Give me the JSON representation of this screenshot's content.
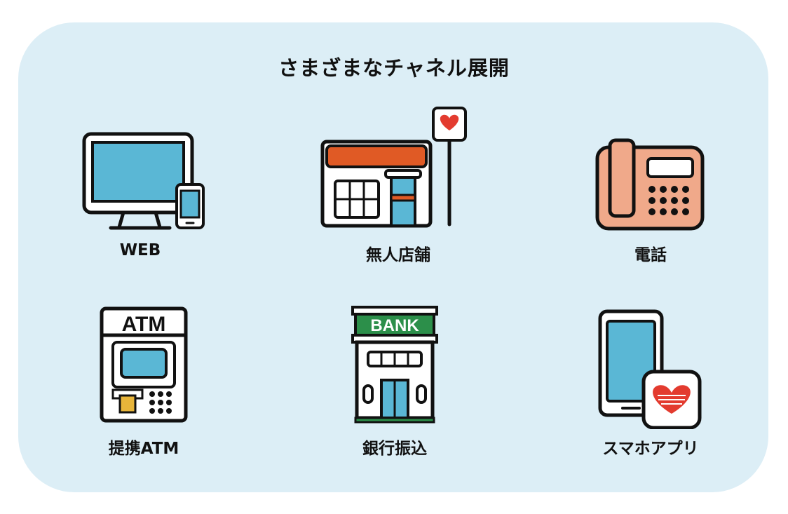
{
  "title": "さまざまなチャネル展開",
  "channels": [
    {
      "label": "WEB",
      "icon": "computer-smartphone-icon"
    },
    {
      "label": "無人店舗",
      "icon": "unmanned-store-icon"
    },
    {
      "label": "電話",
      "icon": "telephone-icon"
    },
    {
      "label": "提携ATM",
      "icon": "atm-icon"
    },
    {
      "label": "銀行振込",
      "icon": "bank-building-icon"
    },
    {
      "label": "スマホアプリ",
      "icon": "smartphone-app-icon"
    }
  ],
  "signs": {
    "atm": "ATM",
    "bank": "BANK"
  },
  "colors": {
    "panel": "#dceef6",
    "screen": "#5ab7d5",
    "outline": "#111111",
    "store_awning": "#e05a25",
    "phone_body": "#f0a98a",
    "bank_sign": "#2c8f4a",
    "atm_card": "#e8b53a",
    "logo_red": "#e33b2f"
  }
}
